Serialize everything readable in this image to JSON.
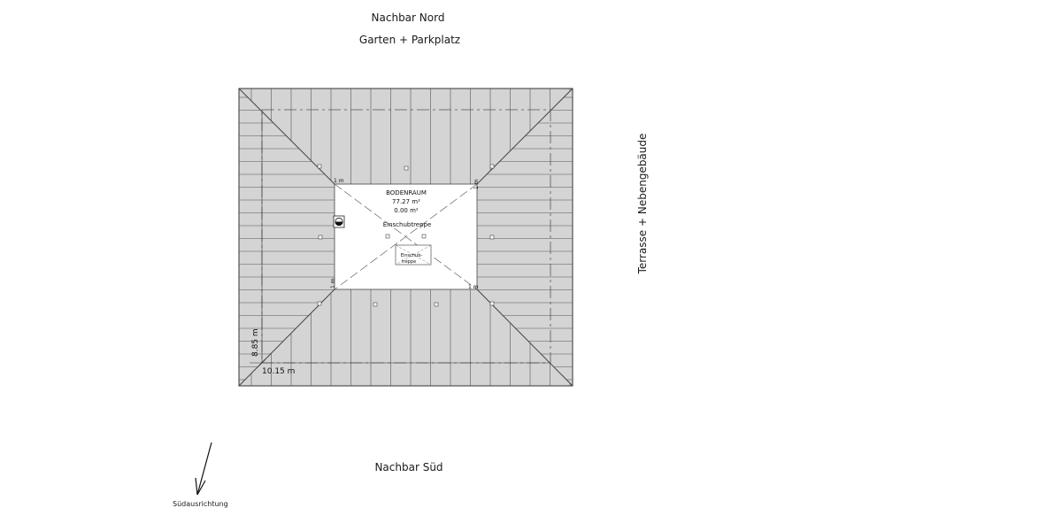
{
  "neighbors": {
    "north": "Nachbar Nord",
    "north_sub": "Garten + Parkplatz",
    "south": "Nachbar Süd",
    "east": "Terrasse + Nebengebäude"
  },
  "room": {
    "name": "BODENRAUM",
    "area1": "77.27 m²",
    "area2": "0.00 m²",
    "stair_label": "Einschubtreppe",
    "stair_box_line1": "Einschub-",
    "stair_box_line2": "treppe"
  },
  "dimensions": {
    "depth": "8.85 m",
    "width": "10.15 m",
    "slope_marker_top": "1 m",
    "slope_marker_left": "1 m",
    "slope_marker_right_top": "1 m",
    "slope_marker_right_bottom": "1 m"
  },
  "orientation": {
    "label": "Südausrichtung"
  },
  "colors": {
    "roof_fill": "#d4d4d4",
    "line": "#333333",
    "room_fill": "#ffffff"
  }
}
